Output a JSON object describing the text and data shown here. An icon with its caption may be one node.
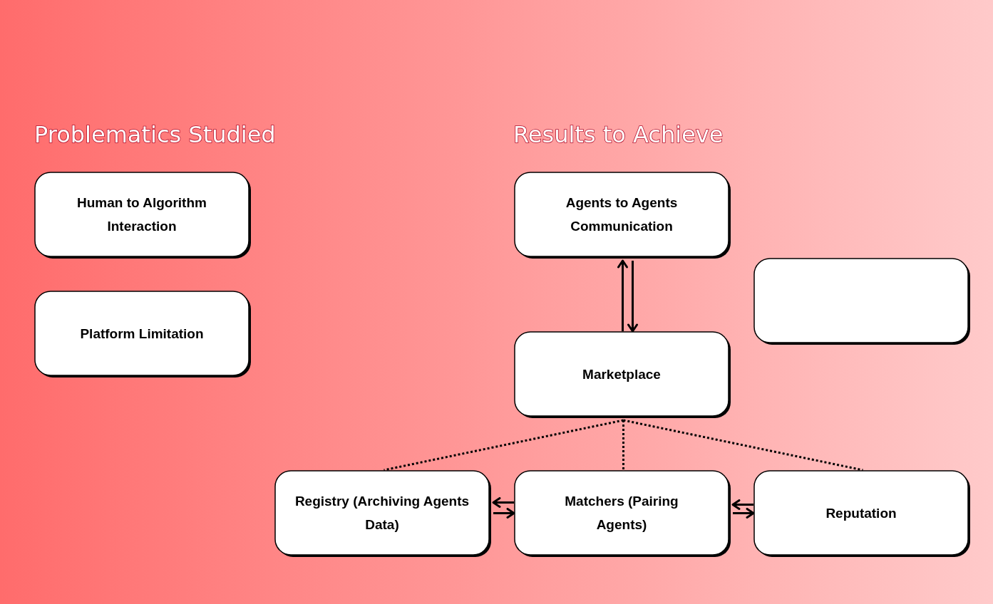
{
  "diagram": {
    "nodes": [
      {
        "text": [
          "Human to Algorithm Interaction"
        ]
      },
      {
        "text": [
          "Platform Limitation"
        ]
      },
      {
        "text": [
          "Agents to Agents Communication"
        ]
      },
      {
        "text": [],
        "shape": "box"
      },
      {
        "text": [
          "Marketplace"
        ]
      },
      {
        "text": [
          "Registry (Archiving Agents Data)"
        ]
      },
      {
        "text": [
          "Matchers (Pairing Agents)"
        ]
      },
      {
        "text": [
          "Reputation"
        ]
      }
    ],
    "edges": [
      {
        "from": 4,
        "to": 2,
        "arrow": "to"
      },
      {
        "from": 2,
        "to": 4,
        "arrow": "to"
      },
      {
        "from": 6,
        "to": 5,
        "arrow": "to"
      },
      {
        "from": 5,
        "to": 6,
        "arrow": "to"
      },
      {
        "from": 7,
        "to": 6,
        "arrow": "to"
      },
      {
        "from": 6,
        "to": 7,
        "arrow": "to"
      },
      {
        "from": 4,
        "to": 5,
        "arrow": "none",
        "style": "dashed"
      },
      {
        "from": 4,
        "to": 6,
        "arrow": "none",
        "style": "dashed"
      },
      {
        "from": 4,
        "to": 7,
        "arrow": "none",
        "style": "dashed"
      }
    ],
    "labels": [
      "Problematics Studied",
      "Results to Achieve"
    ]
  }
}
